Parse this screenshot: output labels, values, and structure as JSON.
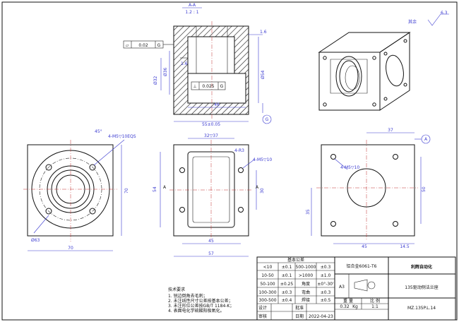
{
  "section": {
    "label": "A-A",
    "scale": "1.2 : 1"
  },
  "roughness": {
    "value": "6.3",
    "note": "其余"
  },
  "section_view": {
    "flatness": {
      "symbol": "⏥",
      "value": "0.02",
      "datum": "G"
    },
    "runout": {
      "symbol": "⊥",
      "value": "0.025",
      "datum": "G"
    },
    "dims": {
      "width": "55±0.05",
      "inner_depth": "46",
      "chamfer": "1.6",
      "bore_left": "Ø32",
      "bore_left2": "Ø36",
      "bore_right": "Ø54",
      "datum_label": "G",
      "bore_ch": "1.6"
    }
  },
  "front_view": {
    "dims": {
      "width": "70",
      "height": "70",
      "bolt_circle": "Ø63",
      "holes": "4-M5▽10EQS",
      "angle": "45°"
    }
  },
  "middle_view": {
    "dims": {
      "slot_top": "32▽37",
      "radius": "4-R3",
      "holes": "4-M5▽10",
      "height_left": "54",
      "height_right": "30",
      "inner": "45",
      "overall": "57",
      "section_marker": "A"
    }
  },
  "right_view": {
    "dims": {
      "top": "37",
      "datum": "A",
      "holes": "4-M5▽10",
      "right_h": "50",
      "left_h": "35",
      "bottom": "45",
      "bottom_right": "14.5",
      "section_marker": "A"
    }
  },
  "tolerance_table": {
    "title": "基本公差",
    "rows": [
      [
        "<10",
        "±0.1",
        "500-1000",
        "±0.3"
      ],
      [
        "10-50",
        "±0.1",
        ">1000",
        "±1.0"
      ],
      [
        "50-100",
        "±0.25",
        "角度",
        "±0°-30'"
      ],
      [
        "100-300",
        "±0.3",
        "弯曲",
        "±0.3"
      ],
      [
        "300-500",
        "±0.4",
        "焊接",
        "±0.5"
      ]
    ]
  },
  "notes": {
    "title": "技术要求",
    "items": [
      "1.    锐边倒角去毛刺；",
      "2.    未注线性尺寸公差按基本公差；",
      "3.    未注形位公差按GB/T 1184-K；",
      "4.    表面电化学硫酸阳极氧化。"
    ]
  },
  "title_block": {
    "material": "铝合金6061-T6",
    "company": "利辉自动化",
    "part_name": "135驱动侧法兰座",
    "sheet_size": "A3",
    "weight_label": "重 量",
    "scale_label": "比 例",
    "weight": "0.32",
    "weight_unit": "Kg",
    "scale": "1:1",
    "drawing_no": "MZ.135P.L.14",
    "design_label": "设计",
    "check_label": "审核",
    "approve_label": "批准",
    "date_label": "日期",
    "date": "2022-04-23"
  }
}
